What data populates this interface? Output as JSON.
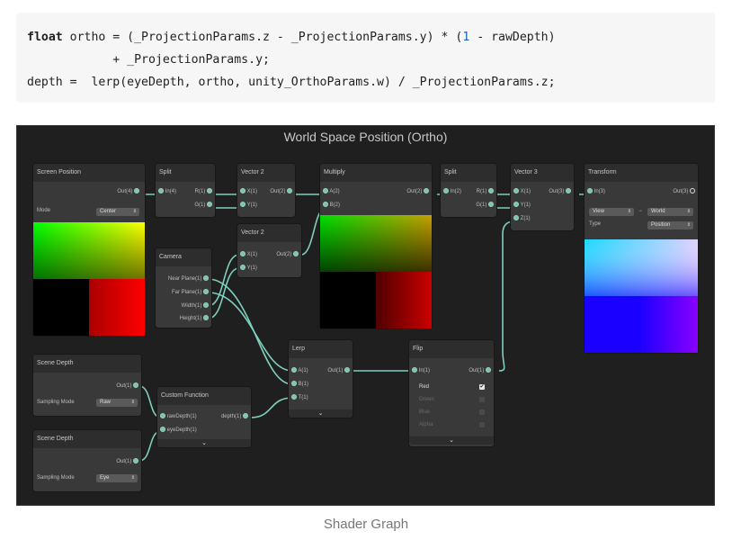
{
  "code": {
    "line1_kw": "float",
    "line1_a": " ortho = (_ProjectionParams.z - _ProjectionParams.y) * (",
    "line1_num": "1",
    "line1_b": " - rawDepth)",
    "line2": "            + _ProjectionParams.y;",
    "line3": "depth =  lerp(eyeDepth, ortho, unity_OrthoParams.w) / _ProjectionParams.z;"
  },
  "graph": {
    "title": "World Space Position (Ortho)",
    "nodes": {
      "screen_position": {
        "title": "Screen Position",
        "out": "Out(4)",
        "mode_label": "Mode",
        "mode_value": "Center"
      },
      "split1": {
        "title": "Split",
        "in": "In(4)",
        "r": "R(1)",
        "g": "G(1)"
      },
      "vector2a": {
        "title": "Vector 2",
        "x": "X(1)",
        "y": "Y(1)",
        "out": "Out(2)"
      },
      "multiply": {
        "title": "Multiply",
        "a": "A(2)",
        "b": "B(2)",
        "out": "Out(2)"
      },
      "split2": {
        "title": "Split",
        "in": "In(2)",
        "r": "R(1)",
        "g": "G(1)"
      },
      "vector3": {
        "title": "Vector 3",
        "x": "X(1)",
        "y": "Y(1)",
        "z": "Z(1)",
        "out": "Out(3)"
      },
      "transform": {
        "title": "Transform",
        "in": "In(3)",
        "out": "Out(3)",
        "from": "View",
        "to": "World",
        "type_label": "Type",
        "type_value": "Position"
      },
      "vector2b": {
        "title": "Vector 2",
        "x": "X(1)",
        "y": "Y(1)",
        "out": "Out(2)"
      },
      "camera": {
        "title": "Camera",
        "near": "Near Plane(1)",
        "far": "Far Plane(1)",
        "width": "Width(1)",
        "height": "Height(1)"
      },
      "lerp": {
        "title": "Lerp",
        "a": "A(1)",
        "b": "B(1)",
        "t": "T(1)",
        "out": "Out(1)"
      },
      "flip": {
        "title": "Flip",
        "in": "In(1)",
        "out": "Out(1)",
        "red": "Red",
        "green": "Green",
        "blue": "Blue",
        "alpha": "Alpha"
      },
      "scene_depth1": {
        "title": "Scene Depth",
        "out": "Out(1)",
        "sampling_label": "Sampling Mode",
        "sampling_value": "Raw"
      },
      "custom_function": {
        "title": "Custom Function",
        "in1": "rawDepth(1)",
        "in2": "eyeDepth(1)",
        "out": "depth(1)"
      },
      "scene_depth2": {
        "title": "Scene Depth",
        "out": "Out(1)",
        "sampling_label": "Sampling Mode",
        "sampling_value": "Eye"
      }
    },
    "expand_glyph": "⌄",
    "arrow_glyph": "→",
    "check_glyph": "✔",
    "dropdown_glyph": "⇕"
  },
  "caption": "Shader Graph"
}
